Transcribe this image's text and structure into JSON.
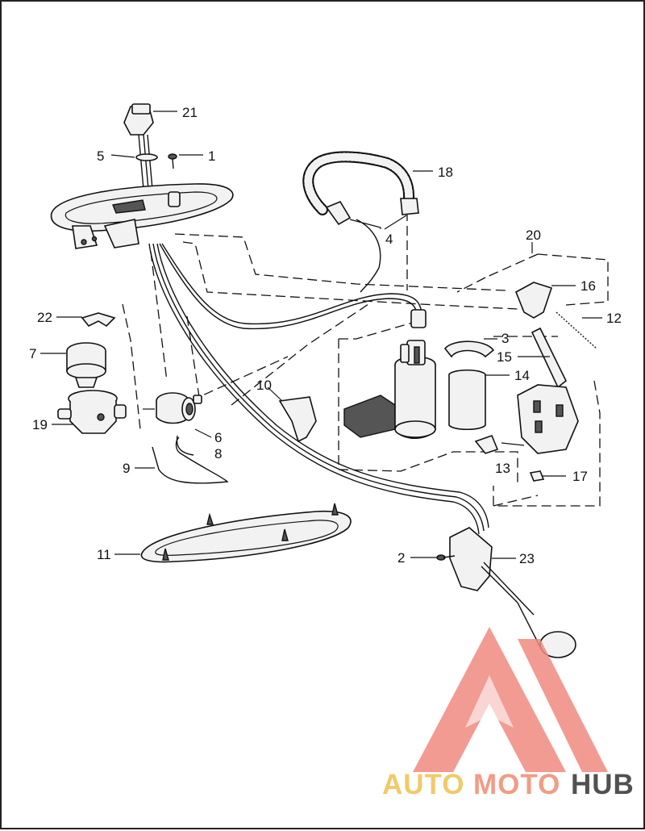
{
  "diagram": {
    "callouts": {
      "p1": "1",
      "p2": "2",
      "p3": "3",
      "p4": "4",
      "p5": "5",
      "p6": "6",
      "p7": "7",
      "p8": "8",
      "p9": "9",
      "p10": "10",
      "p11": "11",
      "p12": "12",
      "p13": "13",
      "p14": "14",
      "p15": "15",
      "p16": "16",
      "p17": "17",
      "p18": "18",
      "p19": "19",
      "p20": "20",
      "p21": "21",
      "p22": "22",
      "p23": "23"
    }
  },
  "watermark": {
    "word_auto": "AUTO",
    "word_moto": "MOTO",
    "word_hub": "HUB",
    "colors": {
      "auto": "#f0c050",
      "moto": "#f08a70",
      "hub": "#333333",
      "triangle": "#f08a80"
    }
  }
}
